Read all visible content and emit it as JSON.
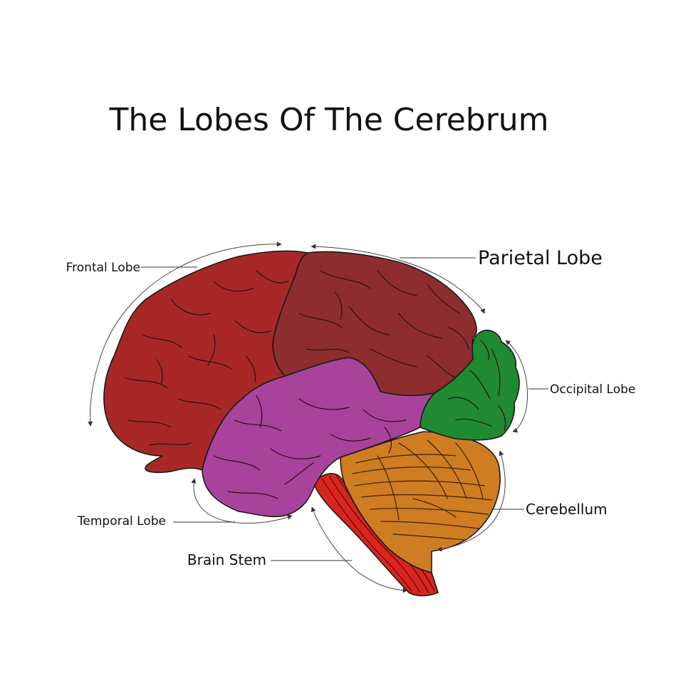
{
  "title": "The Lobes Of The Cerebrum",
  "labels": {
    "frontal": "Frontal Lobe",
    "parietal": "Parietal Lobe",
    "occipital": "Occipital Lobe",
    "temporal": "Temporal Lobe",
    "cerebellum": "Cerebellum",
    "brain_stem": "Brain Stem"
  },
  "colors": {
    "frontal": "#a82828",
    "parietal": "#8e2d2d",
    "occipital": "#1f8a32",
    "temporal": "#a8439b",
    "cerebellum": "#cf7d23",
    "brain_stem": "#d8261f"
  }
}
